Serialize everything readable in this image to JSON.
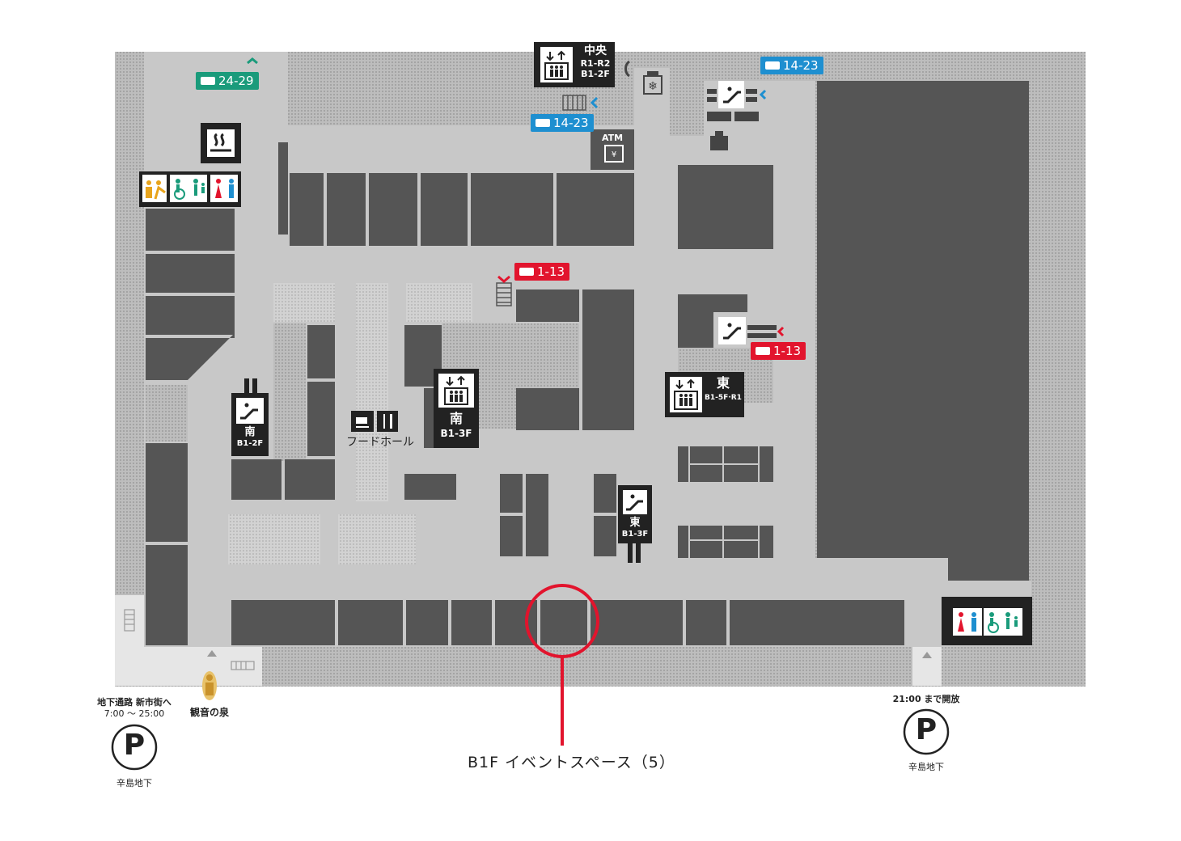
{
  "colors": {
    "floor": "#c8c8c8",
    "shop": "#555555",
    "dark": "#222222",
    "bus_green": "#1a9b7b",
    "bus_blue": "#1e8fd0",
    "bus_red": "#e2142d",
    "marker_red": "#e2142d"
  },
  "bus_stops": [
    {
      "name": "bus-stop-24-29",
      "label": "24-29"
    },
    {
      "name": "bus-stop-14-23-top",
      "label": "14-23"
    },
    {
      "name": "bus-stop-14-23-mid",
      "label": "14-23"
    },
    {
      "name": "bus-stop-1-13-center",
      "label": "1-13"
    },
    {
      "name": "bus-stop-1-13-east",
      "label": "1-13"
    }
  ],
  "elevators": {
    "central": {
      "name": "中央",
      "floors_1": "R1-R2",
      "floors_2": "B1-2F"
    },
    "south": {
      "name": "南",
      "floors": "B1-3F"
    },
    "east": {
      "name": "東",
      "floors": "B1-5F·R1"
    }
  },
  "escalators": {
    "south": {
      "name": "南",
      "floors": "B1-2F"
    },
    "east": {
      "name": "東",
      "floors": "B1-3F"
    }
  },
  "atm_label": "ATM",
  "food_hall_label": "フードホール",
  "parking_left": {
    "note_1": "地下通路 新市街へ",
    "note_2": "7:00 〜 25:00",
    "symbol": "P",
    "name": "辛島地下"
  },
  "parking_right": {
    "note": "21:00 まで開放",
    "symbol": "P",
    "name": "辛島地下"
  },
  "kannon_label": "観音の泉",
  "event_space_label": "B1F イベントスペース（5）"
}
